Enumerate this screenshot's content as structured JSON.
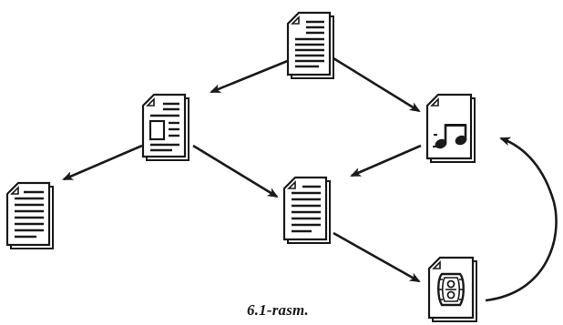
{
  "caption": "6.1-rasm.",
  "nodes": [
    {
      "id": "top-document",
      "kind": "text-document"
    },
    {
      "id": "left-document",
      "kind": "document-with-image"
    },
    {
      "id": "far-left-document",
      "kind": "text-document"
    },
    {
      "id": "center-document",
      "kind": "text-document"
    },
    {
      "id": "music-file",
      "kind": "music-document"
    },
    {
      "id": "video-file",
      "kind": "film-document"
    }
  ],
  "links": [
    {
      "from": "top-document",
      "to": "left-document"
    },
    {
      "from": "top-document",
      "to": "music-file"
    },
    {
      "from": "left-document",
      "to": "far-left-document"
    },
    {
      "from": "left-document",
      "to": "center-document"
    },
    {
      "from": "music-file",
      "to": "center-document"
    },
    {
      "from": "center-document",
      "to": "video-file"
    },
    {
      "from": "video-file",
      "to": "music-file",
      "curved": true
    }
  ],
  "colors": {
    "ink": "#1a1a1a",
    "paper": "#ffffff"
  }
}
